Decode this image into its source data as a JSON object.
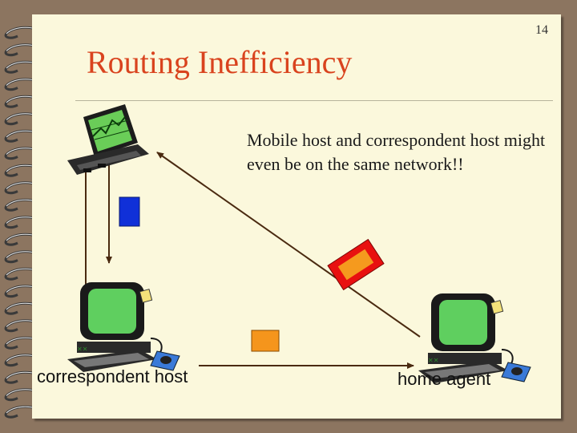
{
  "slide": {
    "title": "Routing Inefficiency",
    "page_number": "14",
    "note": "Mobile host and correspondent host might even be on the same network!!"
  },
  "labels": {
    "correspondent_host": "correspondent host",
    "home_agent": "home agent"
  },
  "colors": {
    "title": "#d9431e",
    "page": "#fbf8dc",
    "background": "#8c7560",
    "packet_blue": "#1030d8",
    "packet_red": "#e81010",
    "packet_orange": "#f5951c",
    "screen_green": "#5fcf5f",
    "arrow": "#4a2a10"
  },
  "icons": [
    "spiral-binding-icon",
    "laptop-icon",
    "desktop-computer-icon",
    "packet-icon",
    "arrow-icon"
  ]
}
